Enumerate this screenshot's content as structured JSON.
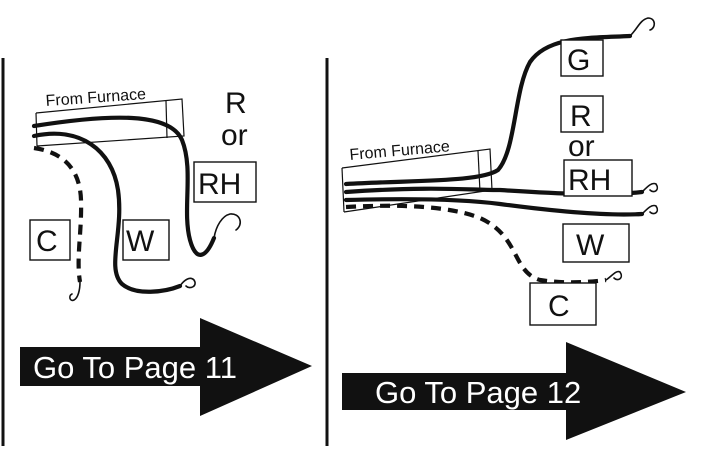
{
  "colors": {
    "ink": "#111111",
    "paper": "#ffffff",
    "arrow_text": "#ffffff"
  },
  "left_panel": {
    "source_label": "From Furnace",
    "terminal_r_label": "R",
    "or_label": "or",
    "terminal_rh_label": "RH",
    "terminal_c_label": "C",
    "terminal_w_label": "W",
    "arrow_label": "Go To Page 11"
  },
  "right_panel": {
    "source_label": "From Furnace",
    "terminal_g_label": "G",
    "terminal_r_label": "R",
    "or_label": "or",
    "terminal_rh_label": "RH",
    "terminal_w_label": "W",
    "terminal_c_label": "C",
    "arrow_label": "Go To Page 12"
  }
}
